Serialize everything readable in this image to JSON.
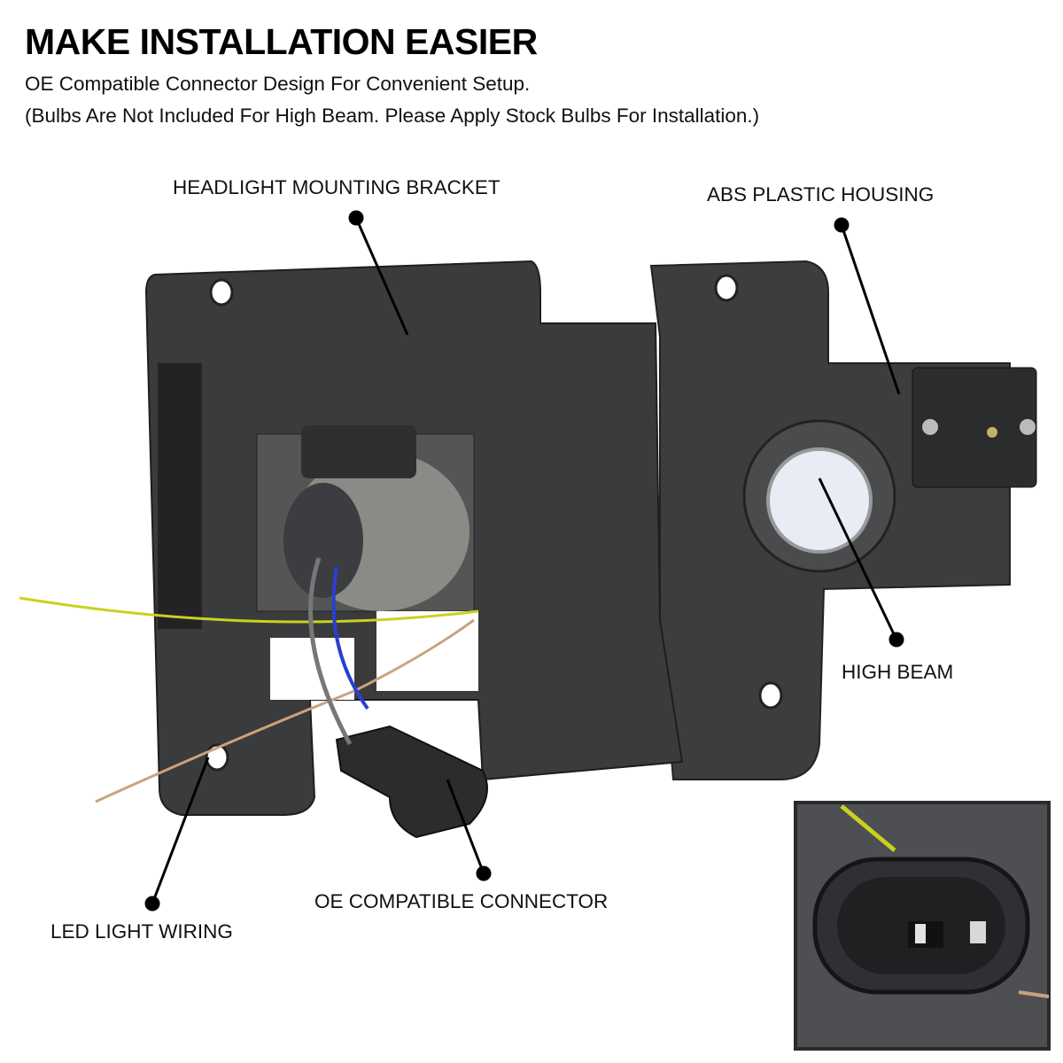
{
  "header": {
    "title": "MAKE INSTALLATION EASIER",
    "subtitle_1": "OE Compatible Connector Design For Convenient Setup.",
    "subtitle_2": "(Bulbs Are Not Included For High Beam. Please Apply Stock Bulbs For Installation.)"
  },
  "callouts": {
    "bracket": "HEADLIGHT MOUNTING BRACKET",
    "housing": "ABS PLASTIC HOUSING",
    "high_beam": "HIGH BEAM",
    "connector": "OE COMPATIBLE CONNECTOR",
    "wiring": "LED LIGHT WIRING"
  },
  "colors": {
    "housing": "#3a3b3d",
    "wire_yellow": "#c8d21e",
    "wire_blue": "#2a3fd0",
    "wire_tan": "#c9a37e",
    "wire_gray": "#777777"
  }
}
